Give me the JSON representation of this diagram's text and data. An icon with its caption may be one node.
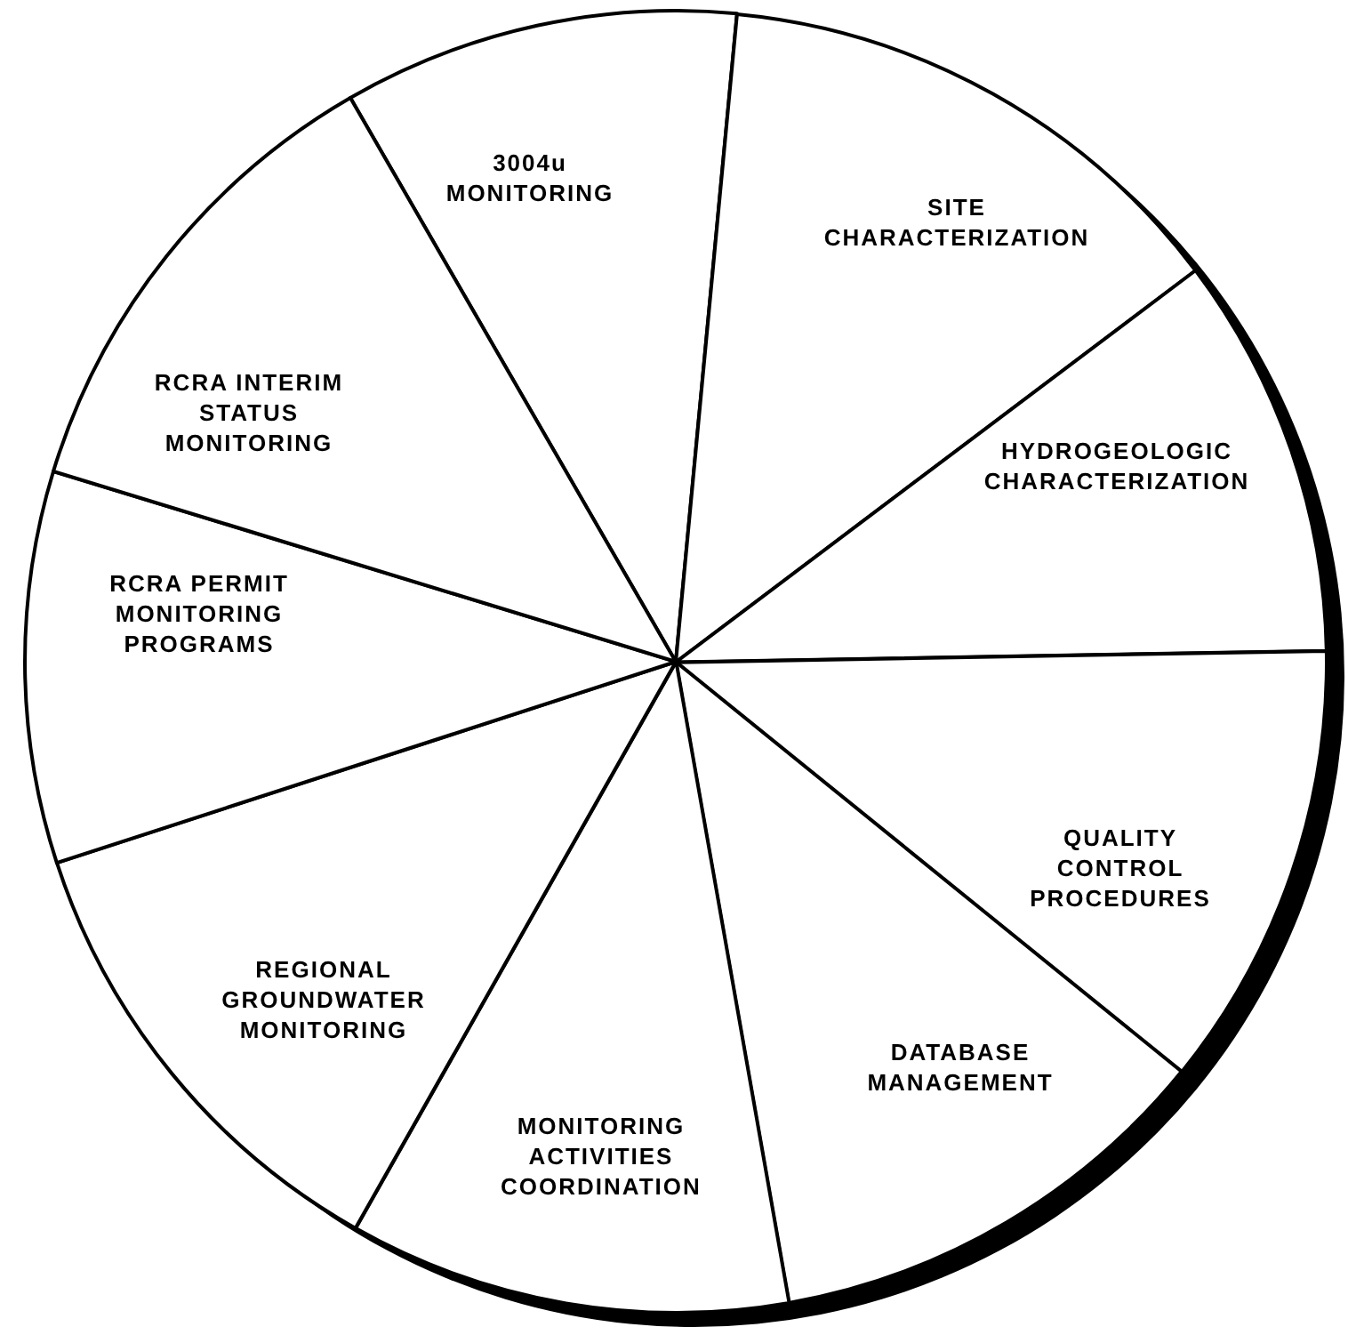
{
  "diagram": {
    "nodes": [
      {
        "text": [
          "3004u MONITORING"
        ]
      },
      {
        "text": [
          "SITE CHARACTERIZATION"
        ]
      },
      {
        "text": [
          "HYDROGEOLOGIC CHARACTERIZATION"
        ]
      },
      {
        "text": [
          "QUALITY CONTROL PROCEDURES"
        ]
      },
      {
        "text": [
          "DATABASE MANAGEMENT"
        ]
      },
      {
        "text": [
          "MONITORING ACTIVITIES COORDINATION"
        ]
      },
      {
        "text": [
          "REGIONAL GROUNDWATER MONITORING"
        ]
      },
      {
        "text": [
          "RCRA PERMIT MONITORING PROGRAMS"
        ]
      },
      {
        "text": [
          "RCRA INTERIM STATUS MONITORING"
        ]
      }
    ]
  }
}
